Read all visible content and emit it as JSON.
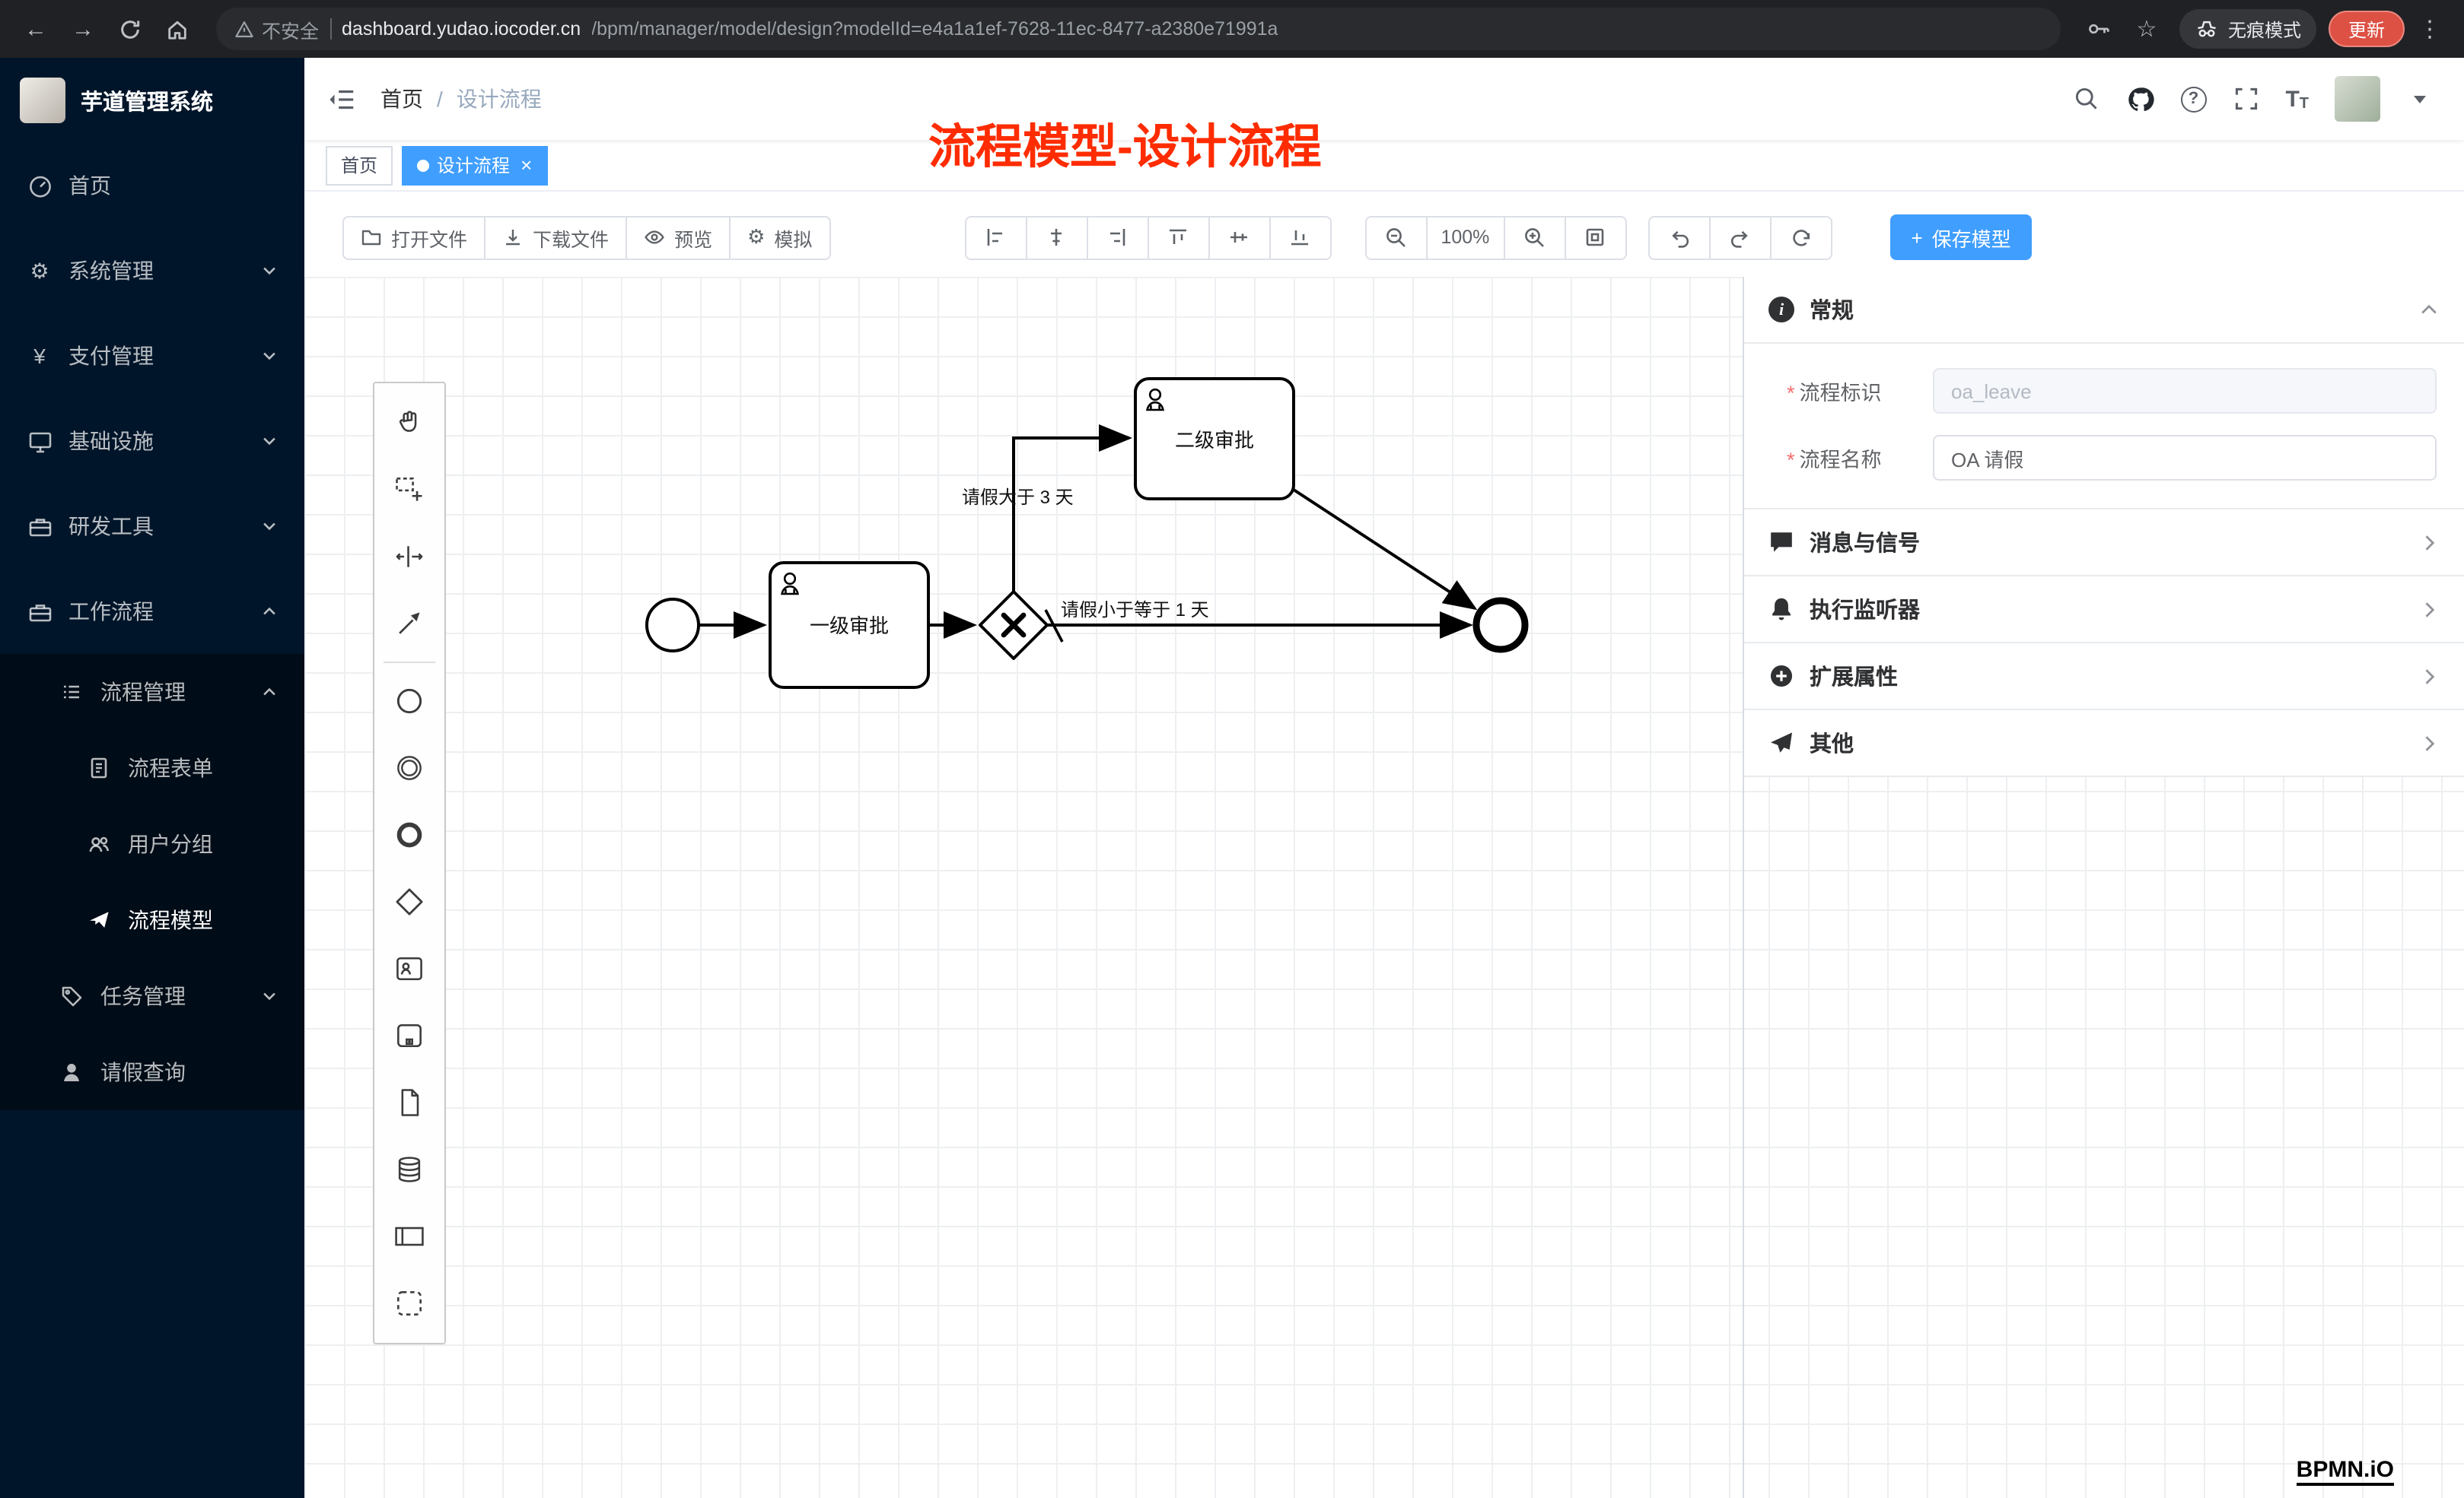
{
  "browser": {
    "security_label": "不安全",
    "url_domain": "dashboard.yudao.iocoder.cn",
    "url_path": "/bpm/manager/model/design?modelId=e4a1a1ef-7628-11ec-8477-a2380e71991a",
    "incognito_label": "无痕模式",
    "update_label": "更新"
  },
  "sidebar": {
    "logo_title": "芋道管理系统",
    "menu": [
      {
        "label": "首页",
        "icon": "dashboard-icon"
      },
      {
        "label": "系统管理",
        "icon": "gear-icon"
      },
      {
        "label": "支付管理",
        "icon": "yen-icon"
      },
      {
        "label": "基础设施",
        "icon": "monitor-icon"
      },
      {
        "label": "研发工具",
        "icon": "toolbox-icon"
      },
      {
        "label": "工作流程",
        "icon": "briefcase-icon"
      }
    ],
    "submenu_group": {
      "label": "流程管理",
      "icon": "list-icon"
    },
    "submenu_items": [
      {
        "label": "流程表单",
        "icon": "document-icon"
      },
      {
        "label": "用户分组",
        "icon": "users-icon"
      },
      {
        "label": "流程模型",
        "icon": "paper-plane-icon"
      }
    ],
    "lower_items": [
      {
        "label": "任务管理",
        "icon": "tag-icon"
      },
      {
        "label": "请假查询",
        "icon": "person-icon"
      }
    ]
  },
  "header": {
    "breadcrumb_home": "首页",
    "breadcrumb_sep": "/",
    "breadcrumb_current": "设计流程",
    "overlay_title": "流程模型-设计流程"
  },
  "tabs": {
    "first": "首页",
    "active": "设计流程",
    "close_glyph": "×"
  },
  "toolbar": {
    "open_file": "打开文件",
    "download_file": "下载文件",
    "preview": "预览",
    "simulate": "模拟",
    "zoom_level": "100%",
    "save_model": "保存模型",
    "plus_glyph": "+"
  },
  "diagram": {
    "task1_label": "一级审批",
    "task2_label": "二级审批",
    "flow_label_gt": "请假大于 3 天",
    "flow_label_lte": "请假小于等于 1 天"
  },
  "palette": {
    "tools": [
      "hand-tool-icon",
      "lasso-tool-icon",
      "space-tool-icon",
      "global-connect-icon"
    ],
    "elements": [
      "start-event-icon",
      "intermediate-event-icon",
      "end-event-icon",
      "gateway-icon",
      "user-task-icon",
      "subprocess-icon",
      "data-object-icon",
      "data-store-icon",
      "participant-icon",
      "group-icon"
    ]
  },
  "panel": {
    "general_title": "常规",
    "key_label": "流程标识",
    "key_value": "oa_leave",
    "name_label": "流程名称",
    "name_value": "OA 请假",
    "sections": [
      {
        "label": "消息与信号",
        "icon": "message-icon"
      },
      {
        "label": "执行监听器",
        "icon": "bell-icon"
      },
      {
        "label": "扩展属性",
        "icon": "plus-circle-icon"
      },
      {
        "label": "其他",
        "icon": "send-icon"
      }
    ]
  },
  "watermark": "BPMN.iO",
  "colors": {
    "accent": "#409eff",
    "sidebar_bg": "#001529",
    "annotation": "#fe2c00",
    "danger": "#f56c6c"
  }
}
